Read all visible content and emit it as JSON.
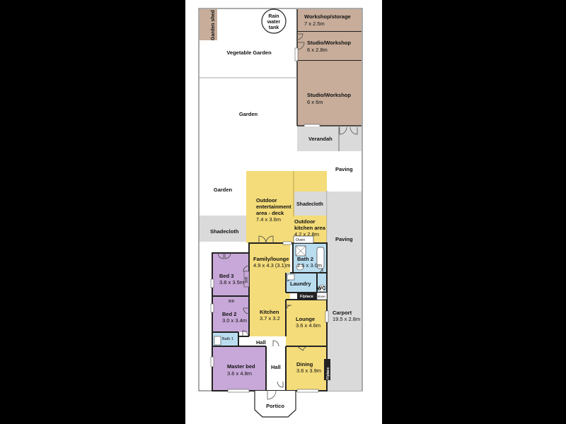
{
  "colors": {
    "background": "#000000",
    "paper": "#ffffff",
    "brown": "#c7ad9a",
    "yellow": "#f4dc7a",
    "purple": "#c8a8d8",
    "blue": "#b9dcef",
    "grey": "#dadada",
    "wall": "#222222"
  },
  "rooms": {
    "garden_shed": "Garden shed",
    "rain_tank_1": "Rain",
    "rain_tank_2": "water",
    "rain_tank_3": "tank",
    "workshop_storage": "Workshop/storage",
    "workshop_storage_dim": "7 x 2.5m",
    "vegetable_garden": "Vegetable Garden",
    "studio1": "Studio/Workshop",
    "studio1_dim": "6 x 2.8m",
    "studio2": "Studio/Workshop",
    "studio2_dim": "6 x 6m",
    "garden_top": "Garden",
    "verandah": "Verandah",
    "paving_top": "Paving",
    "garden_mid": "Garden",
    "outdoor_ent_1": "Outdoor",
    "outdoor_ent_2": "entertainment",
    "outdoor_ent_3": "area - deck",
    "outdoor_ent_dim": "7.4 x 3.6m",
    "shadecloth_right": "Shadecloth",
    "outdoor_kitchen_1": "Outdoor",
    "outdoor_kitchen_2": "kitchen area",
    "outdoor_kitchen_dim": "4.2 x 2.8m",
    "shadecloth_left": "Shadecloth",
    "paving_right": "Paving",
    "oven": "Oven",
    "family_lounge": "Family/lounge",
    "family_lounge_dim": "4.9 x 4.3 (3.1)m",
    "bath2": "Bath 2",
    "bath2_dim": "2.5 x 3.0m",
    "bed3": "Bed 3",
    "bed3_dim": "3.8 x 3.5m",
    "bir_side": "BIR",
    "laundry": "Laundry",
    "wc": "WC",
    "fplace_mid": "F/place",
    "stove": "stove",
    "bir_top": "BIR",
    "bed2": "Bed 2",
    "bed2_dim": "3.0 x 3.4m",
    "kitchen": "Kitchen",
    "kitchen_dim": "3.7 x 3.2",
    "lounge": "Lounge",
    "lounge_dim": "3.6 x 4.6m",
    "carport": "Carport",
    "carport_dim": "19.5 x 2.8m",
    "bath1": "Bath 1",
    "hall_top": "Hall",
    "master": "Master bed",
    "master_dim": "3.6 x 4.8m",
    "hall_low": "Hall",
    "dining": "Dining",
    "dining_dim": "3.6 x 3.9m",
    "fplace_side": "F/place",
    "portico": "Portico"
  }
}
